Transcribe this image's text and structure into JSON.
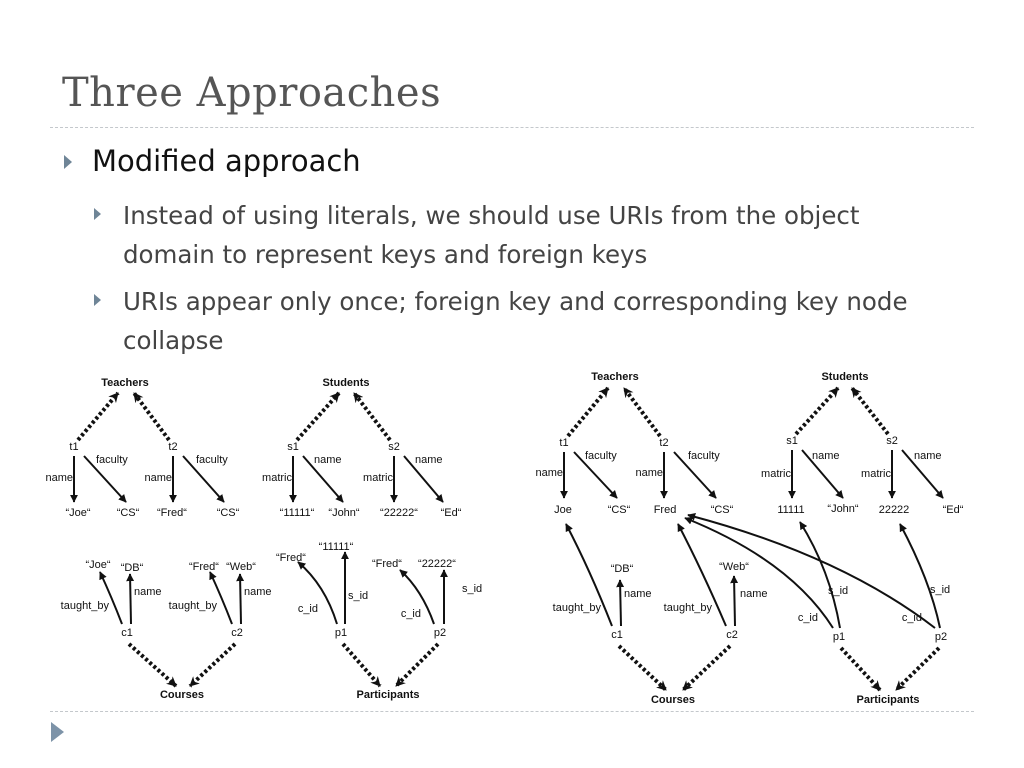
{
  "slide": {
    "title": "Three Approaches",
    "bullet": "Modified approach",
    "subbullets": [
      "Instead of using literals, we should use URIs from the object domain to represent keys and foreign keys",
      "URIs appear only once; foreign key and corresponding key node collapse"
    ]
  },
  "icons": {
    "bullet": "triangle-right-icon",
    "nav": "next-slide-icon"
  },
  "colors": {
    "title": "#555555",
    "bullet": "#6f8597",
    "rule": "#c4c8cc"
  },
  "diagram": {
    "left": {
      "teachers": {
        "root": "Teachers",
        "nodes": [
          {
            "id": "t1",
            "e1": "name",
            "e2": "faculty",
            "v1": "“Joe“",
            "v2": "“CS“"
          },
          {
            "id": "t2",
            "e1": "name",
            "e2": "faculty",
            "v1": "“Fred“",
            "v2": "“CS“"
          }
        ]
      },
      "students": {
        "root": "Students",
        "nodes": [
          {
            "id": "s1",
            "e1": "matric",
            "e2": "name",
            "v1": "“11111“",
            "v2": "“John“"
          },
          {
            "id": "s2",
            "e1": "matric",
            "e2": "name",
            "v1": "“22222“",
            "v2": "“Ed“"
          }
        ]
      },
      "courses": {
        "root": "Courses",
        "nodes": [
          {
            "id": "c1",
            "e1": "taught_by",
            "e2": "name",
            "v1": "“Joe“",
            "v2": "“DB“"
          },
          {
            "id": "c2",
            "e1": "taught_by",
            "e2": "name",
            "v1": "“Fred“",
            "v2": "“Web“"
          }
        ]
      },
      "participants": {
        "root": "Participants",
        "nodes": [
          {
            "id": "p1",
            "e1": "c_id",
            "e2": "s_id",
            "v1": "“Fred“",
            "v2": "“11111“"
          },
          {
            "id": "p2",
            "e1": "c_id",
            "e2": "s_id",
            "v1": "“Fred“",
            "v2": "“22222“"
          }
        ]
      }
    },
    "right": {
      "teachers": {
        "root": "Teachers",
        "nodes": [
          {
            "id": "t1",
            "e1": "name",
            "e2": "faculty",
            "v1": "Joe",
            "v2": "“CS“"
          },
          {
            "id": "t2",
            "e1": "name",
            "e2": "faculty",
            "v1": "Fred",
            "v2": "“CS“"
          }
        ]
      },
      "students": {
        "root": "Students",
        "nodes": [
          {
            "id": "s1",
            "e1": "matric",
            "e2": "name",
            "v1": "11111",
            "v2": "“John“"
          },
          {
            "id": "s2",
            "e1": "matric",
            "e2": "name",
            "v1": "22222",
            "v2": "“Ed“"
          }
        ]
      },
      "courses": {
        "root": "Courses",
        "nodes": [
          {
            "id": "c1",
            "e1": "taught_by",
            "e2": "name",
            "v2": "“DB“"
          },
          {
            "id": "c2",
            "e1": "taught_by",
            "e2": "name",
            "v2": "“Web“"
          }
        ]
      },
      "participants": {
        "root": "Participants",
        "nodes": [
          {
            "id": "p1",
            "e1": "c_id",
            "e2": "s_id"
          },
          {
            "id": "p2",
            "e1": "c_id",
            "e2": "s_id"
          }
        ]
      }
    }
  }
}
